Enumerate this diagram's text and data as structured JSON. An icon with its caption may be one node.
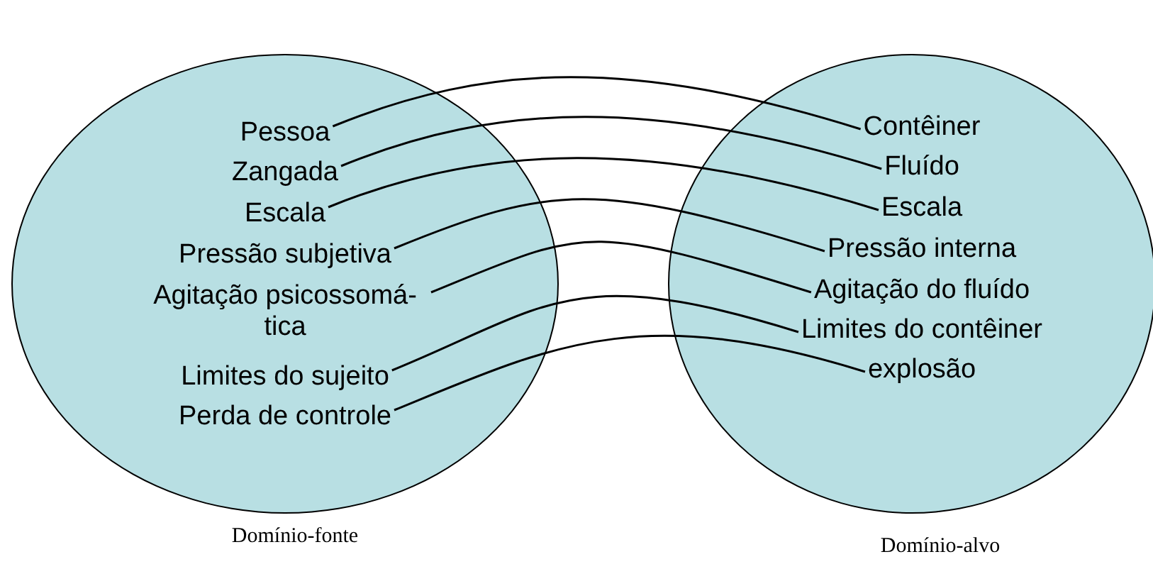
{
  "diagram": {
    "nodes": [
      {
        "text": [],
        "shape": "circle",
        "beside": [
          "Domínio-fonte"
        ]
      },
      {
        "text": [
          "Pessoa"
        ],
        "in": 0
      },
      {
        "text": [
          "Zangada"
        ],
        "in": 0
      },
      {
        "text": [
          "Escala"
        ],
        "in": 0
      },
      {
        "text": [
          "Pressão subjetiva"
        ],
        "in": 0
      },
      {
        "text": [
          "Agitação psicossomá-tica"
        ],
        "in": 0
      },
      {
        "text": [
          "Limites do sujeito"
        ],
        "in": 0
      },
      {
        "text": [
          "Perda de controle"
        ],
        "in": 0
      },
      {
        "text": [],
        "shape": "circle",
        "beside": [
          "Domínio-alvo"
        ]
      },
      {
        "text": [
          "Contêiner"
        ],
        "in": 8
      },
      {
        "text": [
          "Fluído"
        ],
        "in": 8
      },
      {
        "text": [
          "Escala"
        ],
        "in": 8
      },
      {
        "text": [
          "Pressão interna"
        ],
        "in": 8
      },
      {
        "text": [
          "Agitação do fluído"
        ],
        "in": 8
      },
      {
        "text": [
          "Limites do contêiner"
        ],
        "in": 8
      },
      {
        "text": [
          "explosão"
        ],
        "in": 8
      }
    ],
    "edges": [
      {
        "from": 1,
        "to": 9,
        "arrow": "none"
      },
      {
        "from": 2,
        "to": 10,
        "arrow": "none"
      },
      {
        "from": 3,
        "to": 11,
        "arrow": "none"
      },
      {
        "from": 4,
        "to": 12,
        "arrow": "none"
      },
      {
        "from": 5,
        "to": 13,
        "arrow": "none"
      },
      {
        "from": 6,
        "to": 14,
        "arrow": "none"
      },
      {
        "from": 7,
        "to": 15,
        "arrow": "none"
      }
    ]
  }
}
